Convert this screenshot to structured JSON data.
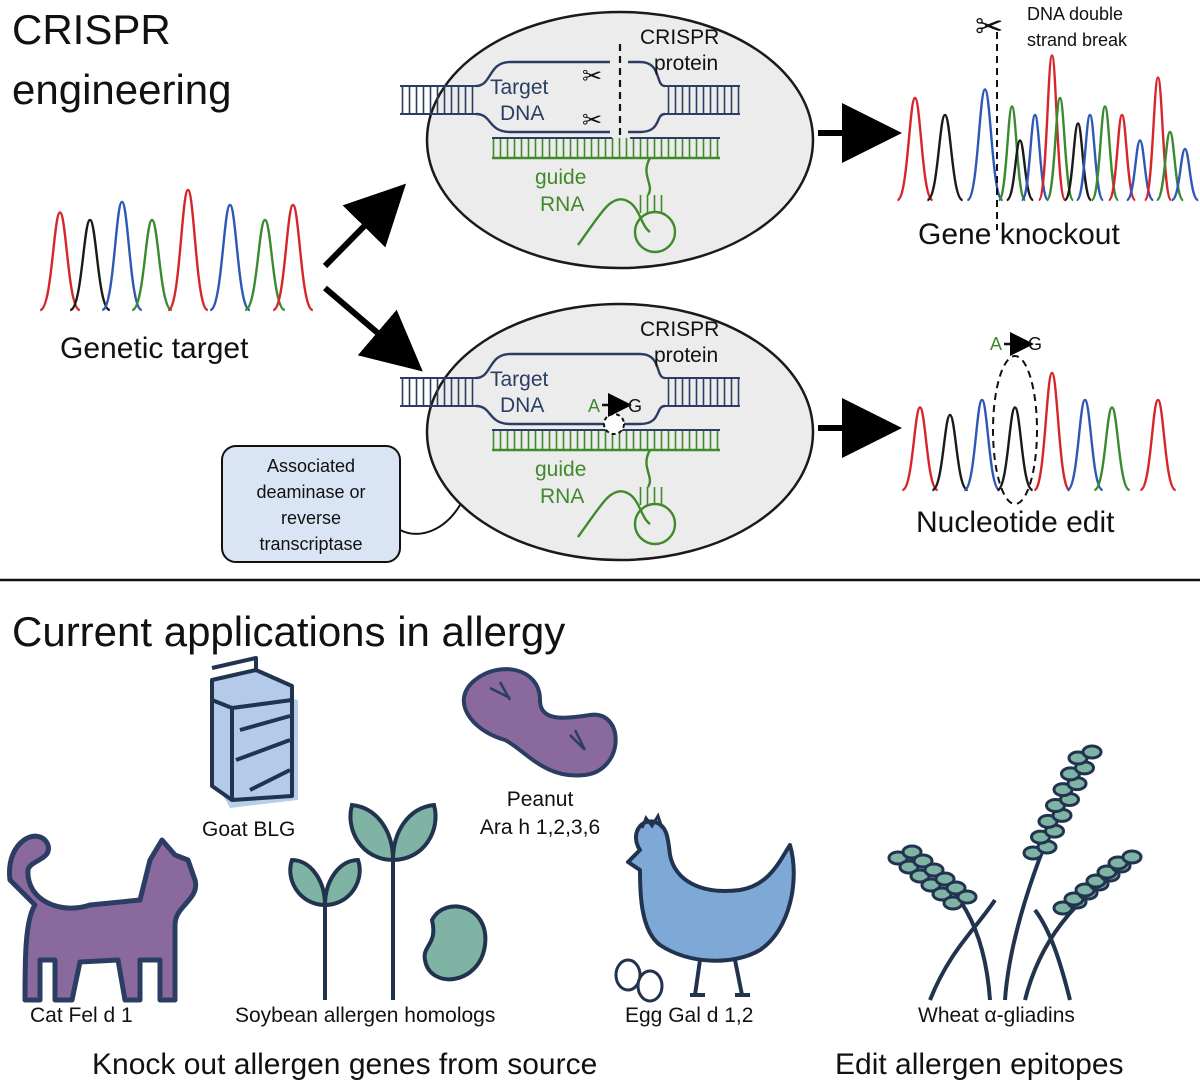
{
  "top": {
    "title_line1": "CRISPR",
    "title_line2": "engineering",
    "genetic_target": "Genetic target",
    "knockout_panel": {
      "target_l1": "Target",
      "target_l2": "DNA",
      "protein_l1": "CRISPR",
      "protein_l2": "protein",
      "guide_l1": "guide",
      "guide_l2": "RNA",
      "break_l1": "DNA double",
      "break_l2": "strand break",
      "result": "Gene knockout"
    },
    "edit_panel": {
      "target_l1": "Target",
      "target_l2": "DNA",
      "protein_l1": "CRISPR",
      "protein_l2": "protein",
      "guide_l1": "guide",
      "guide_l2": "RNA",
      "edit_from": "A",
      "edit_to": "G",
      "result": "Nucleotide edit"
    },
    "enzyme_box": [
      "Associated",
      "deaminase or",
      "reverse",
      "transcriptase"
    ]
  },
  "bottom": {
    "title": "Current applications in allergy",
    "items": {
      "goat": "Goat BLG",
      "peanut_l1": "Peanut",
      "peanut_l2": "Ara h 1,2,3,6",
      "cat": "Cat Fel d 1",
      "soy": "Soybean allergen homologs",
      "egg": "Egg Gal d 1,2",
      "wheat": "Wheat α-gliadins"
    },
    "caption_left": "Knock out allergen genes from source",
    "caption_right": "Edit allergen epitopes"
  },
  "colors": {
    "trace_red": "#d7262b",
    "trace_black": "#1a1a1a",
    "trace_blue": "#2f57b7",
    "trace_green": "#3a8a32",
    "navy": "#2b3d63",
    "rna_green": "#3f8a2a",
    "cell_fill": "#ececec",
    "box_fill": "#d9e4f4",
    "teal": "#7fb3a4",
    "purple": "#8a6a9c",
    "light_blue": "#7ea8d6"
  }
}
